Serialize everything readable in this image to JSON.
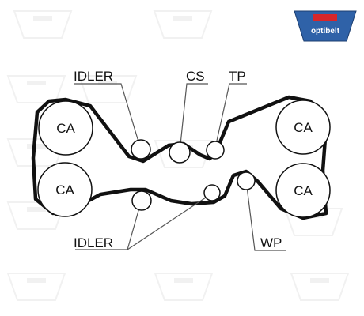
{
  "colors": {
    "belt": "#111111",
    "pulley_stroke": "#111111",
    "leader": "#555555",
    "watermark": "#e6e6e6",
    "logo_bg": "#2f62a8",
    "logo_text": "#ffffff",
    "logo_accent": "#d8262a"
  },
  "logo": {
    "brand": "optibelt",
    "icon": "optibelt-logo-icon"
  },
  "watermark": {
    "icon": "optibelt-watermark-icon"
  },
  "pulleys": {
    "crank_top_left": "CA",
    "crank_bottom_left": "CA",
    "crank_top_right": "CA",
    "crank_bottom_right": "CA"
  },
  "labels": {
    "idler_top": "IDLER",
    "cs": "CS",
    "tp": "TP",
    "idler_bottom": "IDLER",
    "wp": "WP"
  }
}
